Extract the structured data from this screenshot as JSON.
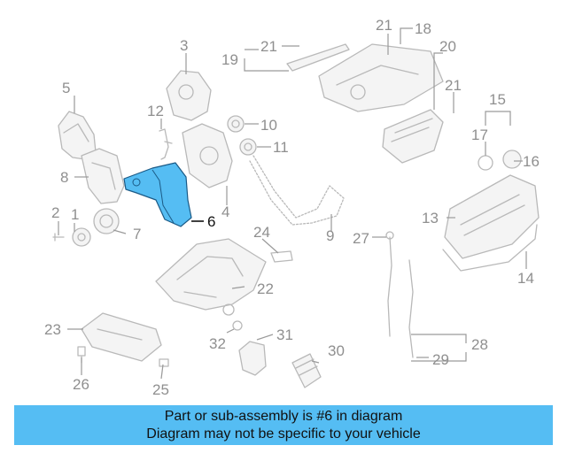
{
  "callouts": {
    "c1": "1",
    "c2": "2",
    "c3": "3",
    "c4": "4",
    "c5": "5",
    "c6": "6",
    "c7": "7",
    "c8": "8",
    "c9": "9",
    "c10": "10",
    "c11": "11",
    "c12": "12",
    "c13": "13",
    "c14": "14",
    "c15": "15",
    "c16": "16",
    "c17": "17",
    "c18": "18",
    "c19": "19",
    "c20": "20",
    "c21a": "21",
    "c21b": "21",
    "c21c": "21",
    "c22": "22",
    "c23": "23",
    "c24": "24",
    "c25": "25",
    "c26": "26",
    "c27": "27",
    "c28": "28",
    "c29": "29",
    "c30": "30",
    "c31": "31",
    "c32": "32"
  },
  "highlight": {
    "part_number": "6",
    "color": "#55bdf3"
  },
  "banner": {
    "line1": "Part or sub-assembly is #6 in diagram",
    "line2": "Diagram may not be specific to your vehicle"
  }
}
